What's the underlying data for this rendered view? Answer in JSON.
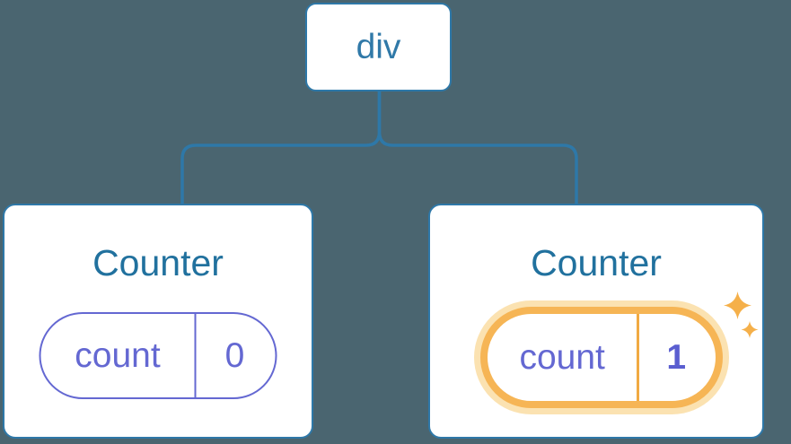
{
  "diagram": {
    "background_color": "#4A6570",
    "root": {
      "label": "div"
    },
    "children": [
      {
        "title": "Counter",
        "state": {
          "key": "count",
          "value": "0"
        },
        "highlighted": false
      },
      {
        "title": "Counter",
        "state": {
          "key": "count",
          "value": "1"
        },
        "highlighted": true
      }
    ],
    "colors": {
      "node_border_blue": "#2E78A8",
      "connector_blue": "#2E78A8",
      "title_text_blue": "#21719E",
      "root_text_blue": "#3079A8",
      "state_purple": "#6468D2",
      "highlighted_value_purple": "#5A5ED0",
      "highlight_ring_orange": "#F6B555",
      "highlight_halo_orange": "#FBE2B1",
      "highlight_divider_orange": "#F1AA42",
      "sparkle_orange": "#F5B04A",
      "card_background": "#FFFFFF"
    }
  }
}
